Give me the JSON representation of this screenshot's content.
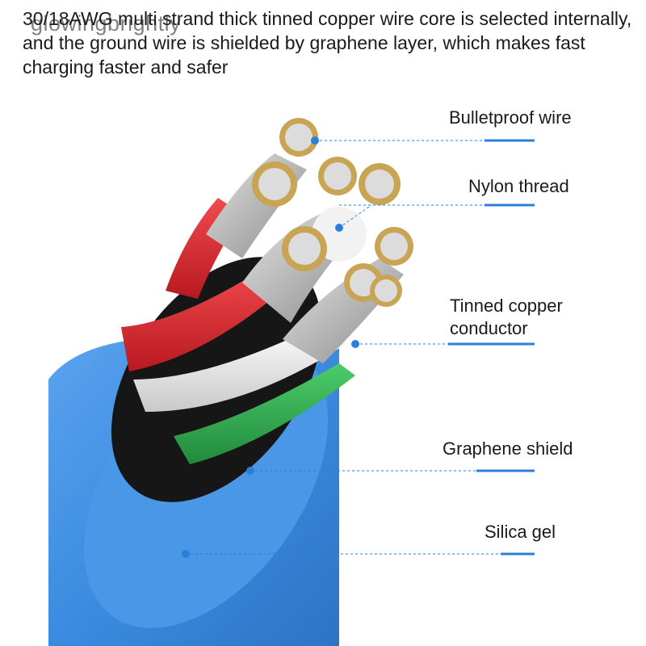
{
  "header": {
    "headline": "30/18AWG multi strand thick tinned copper wire core is selected internally, and the ground wire is shielded by graphene layer, which makes fast charging faster and safer",
    "watermark": "glowingbrightly"
  },
  "callouts": [
    {
      "label": "Bulletproof wire"
    },
    {
      "label": "Nylon thread"
    },
    {
      "label": "Tinned copper conductor"
    },
    {
      "label": "Graphene shield"
    },
    {
      "label": "Silica gel"
    }
  ],
  "colors": {
    "accent": "#2b7fd8",
    "jacket": "#3b8be0",
    "shield": "#141414",
    "red": "#d3242b",
    "white": "#e9e9e9",
    "green": "#2faa4f",
    "copper": "#c9a455"
  }
}
